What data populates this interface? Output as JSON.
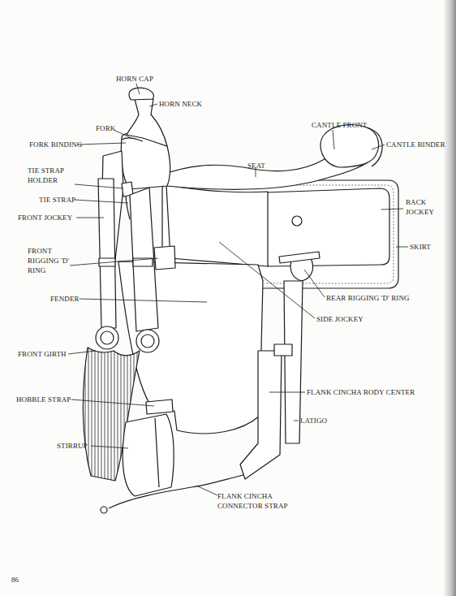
{
  "diagram": {
    "labels": [
      "HORN CAP",
      "HORN NECK",
      "FORK",
      "FORK BINDING",
      "CANTLE FRONT",
      "CANTLE BINDER",
      "SEAT",
      "TIE STRAP HOLDER",
      "TIE STRAP",
      "FRONT JOCKEY",
      "BACK JOCKEY",
      "SKIRT",
      "FRONT RIGGING 'D' RING",
      "REAR RIGGING 'D' RING",
      "FENDER",
      "SIDE JOCKEY",
      "FRONT GIRTH",
      "FLANK CINCHA BODY CENTER",
      "HOBBLE STRAP",
      "LATIGO",
      "STIRRUP",
      "FLANK CINCHA CONNECTOR STRAP",
      "86"
    ]
  }
}
